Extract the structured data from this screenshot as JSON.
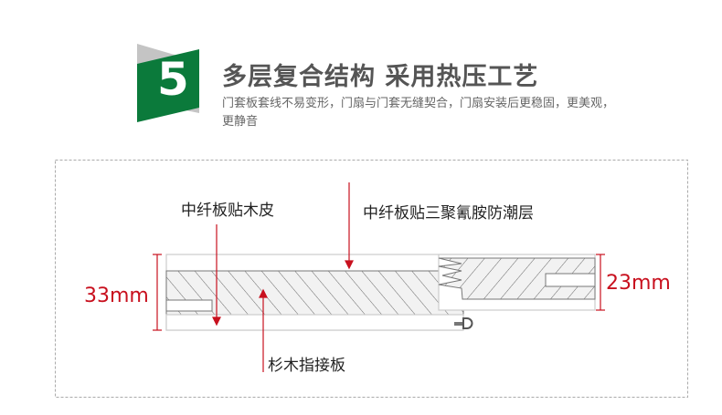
{
  "badge": {
    "number": "5",
    "colors": {
      "green": "#0b7a3b",
      "gray": "#c4c4c4"
    }
  },
  "header": {
    "title": "多层复合结构 采用热压工艺",
    "description": "门套板套线不易变形，门扇与门套无缝契合，门扇安装后更稳固，更美观，更静音"
  },
  "diagram": {
    "labels": {
      "veneer": "中纤板贴木皮",
      "melamine": "中纤板贴三聚氰胺防潮层",
      "core": "杉木指接板"
    },
    "dimensions": {
      "left": "33mm",
      "right": "23mm"
    },
    "accent_color": "#c8101e"
  }
}
